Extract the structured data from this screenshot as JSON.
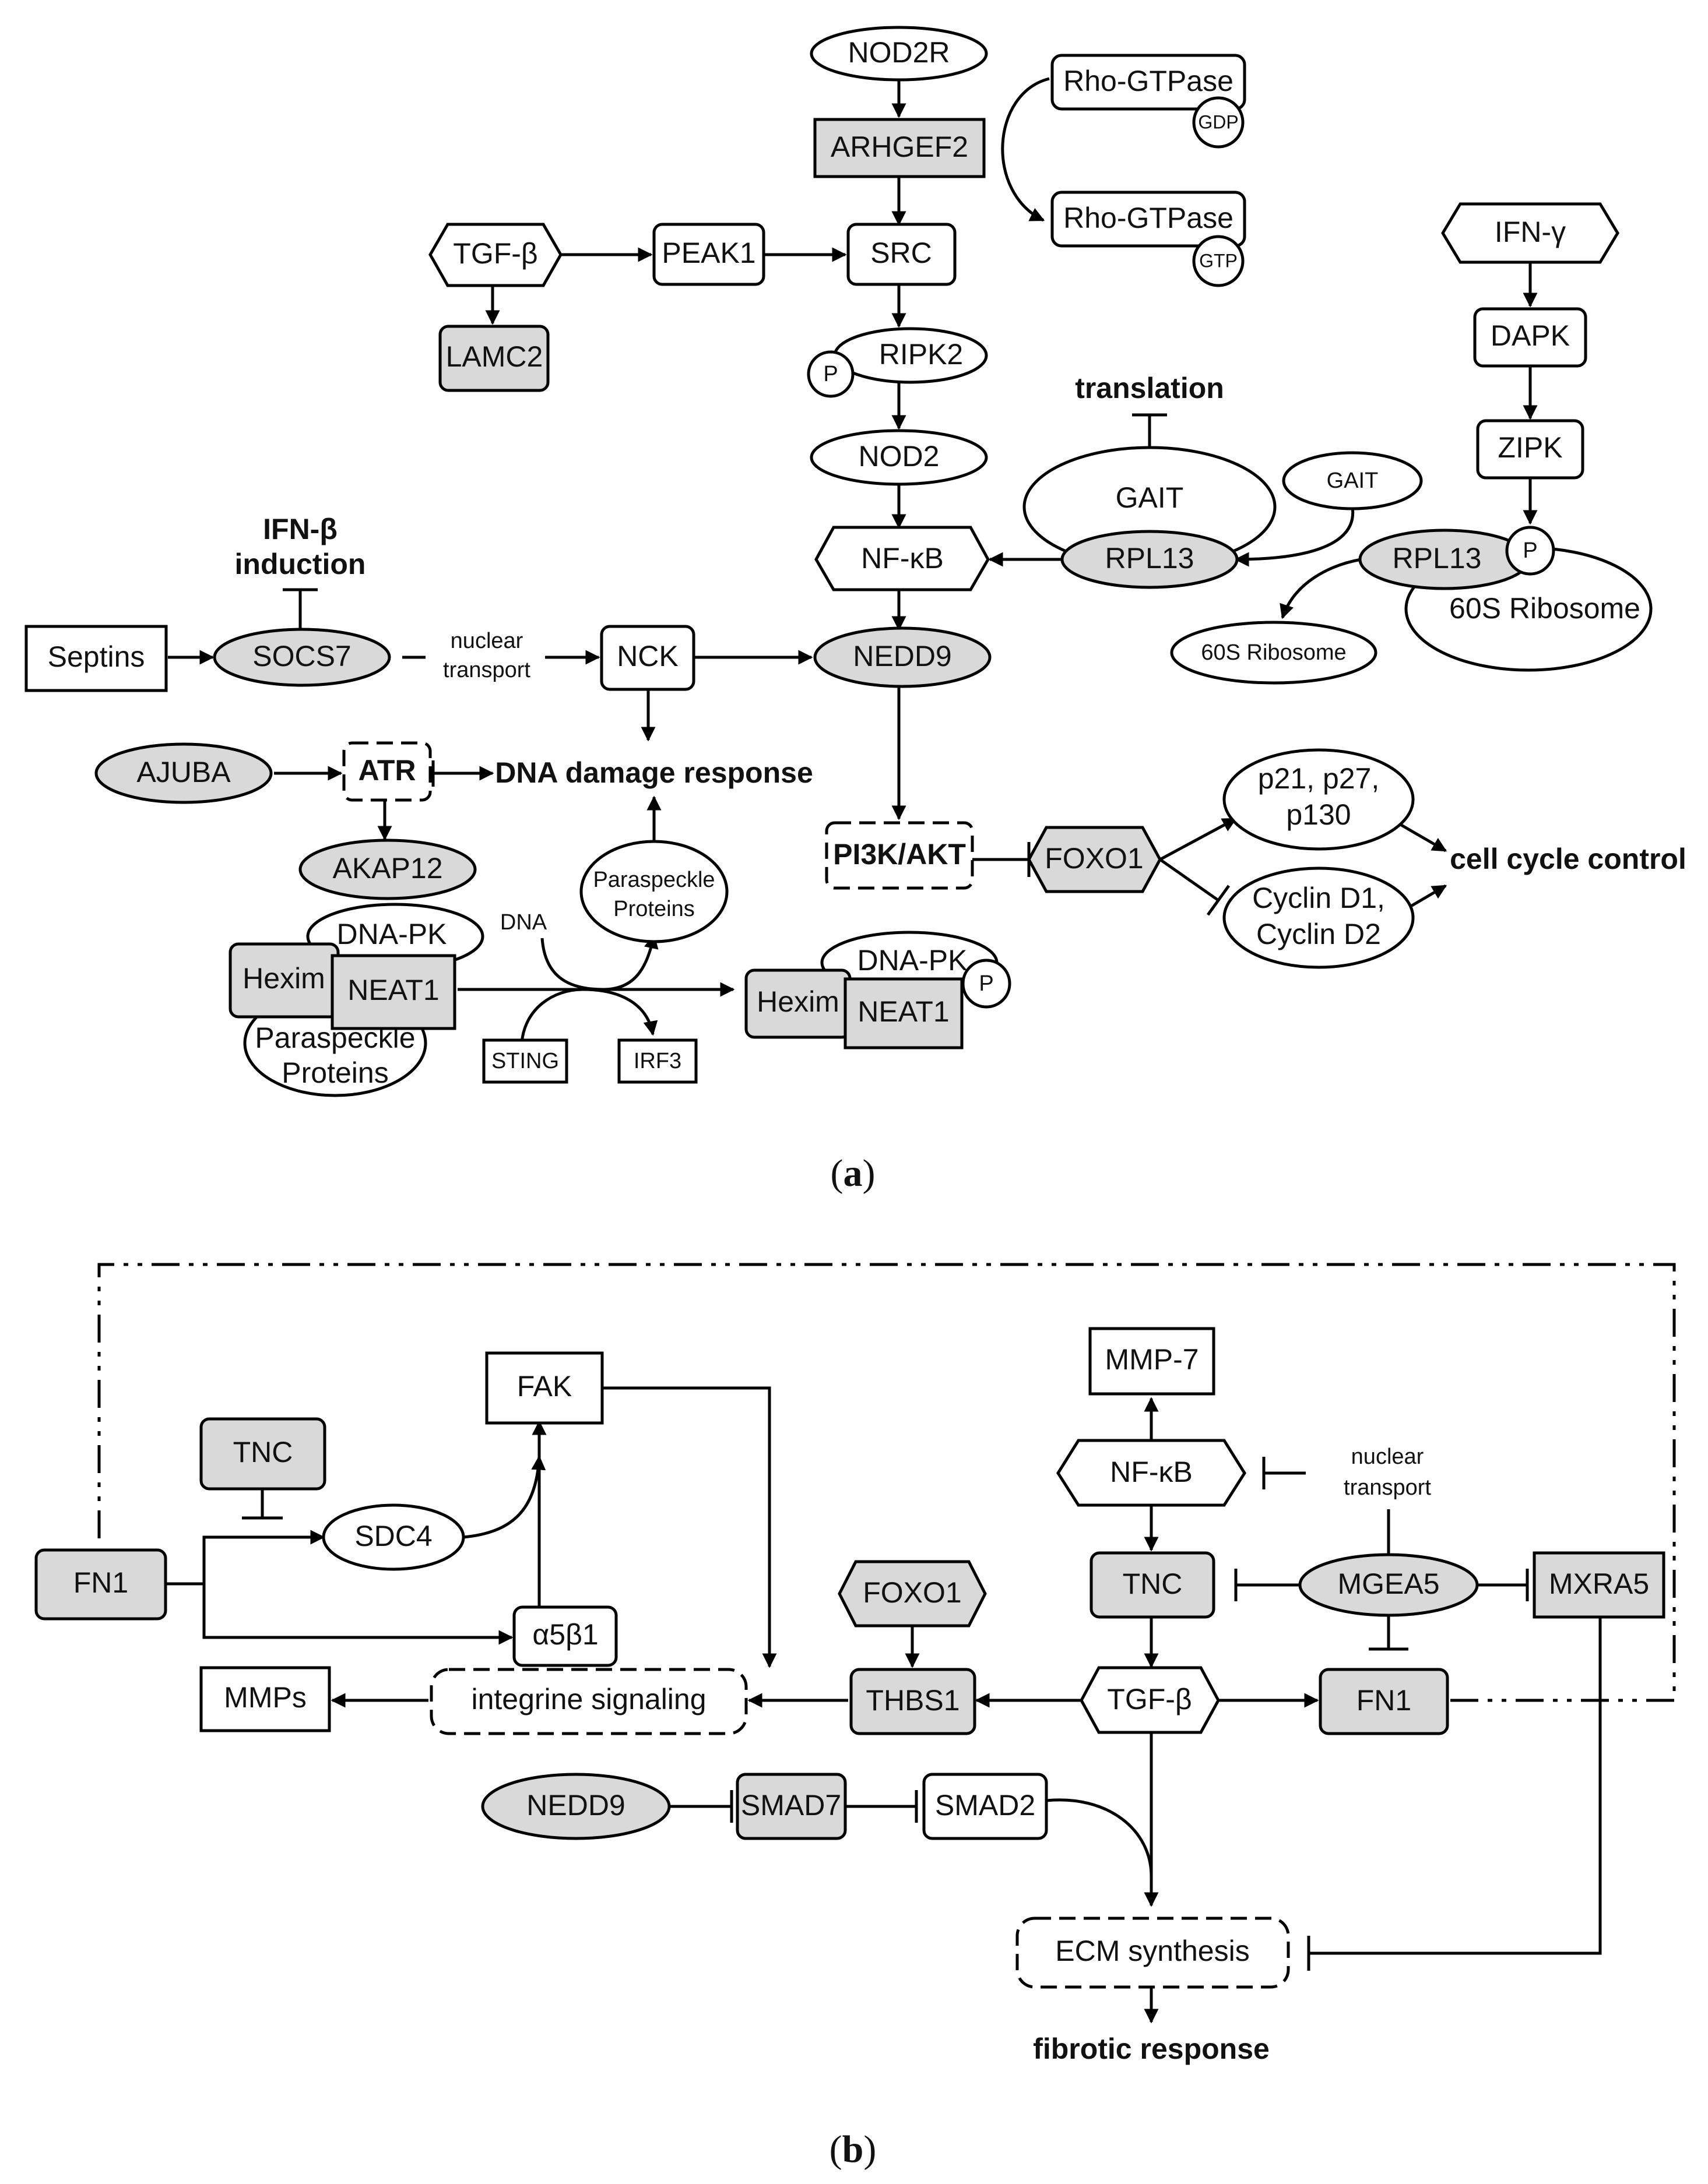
{
  "panel_a": {
    "caption_open": "(",
    "caption_letter": "a",
    "caption_close": ")",
    "nodes": {
      "nod2r": "NOD2R",
      "arhgef2": "ARHGEF2",
      "rho_gtpase_1": "Rho-GTPase",
      "gdp": "GDP",
      "rho_gtpase_2": "Rho-GTPase",
      "gtp": "GTP",
      "tgfb": "TGF-β",
      "peak1": "PEAK1",
      "src": "SRC",
      "lamc2": "LAMC2",
      "ripk2": "RIPK2",
      "p_ripk2": "P",
      "nod2": "NOD2",
      "ifng": "IFN-γ",
      "dapk": "DAPK",
      "zipk": "ZIPK",
      "translation": "translation",
      "gait_big": "GAIT",
      "gait_small": "GAIT",
      "rpl13_left": "RPL13",
      "rpl13_right": "RPL13",
      "p_rpl13": "P",
      "ribosome_60s_big": "60S Ribosome",
      "ribosome_60s_small": "60S Ribosome",
      "nfkb": "NF-κB",
      "ifnb_line1": "IFN-β",
      "ifnb_line2": "induction",
      "septins": "Septins",
      "socs7": "SOCS7",
      "nuclear_line1": "nuclear",
      "nuclear_line2": "transport",
      "nck": "NCK",
      "nedd9": "NEDD9",
      "ajuba": "AJUBA",
      "atr": "ATR",
      "dna_damage": "DNA damage response",
      "akap12": "AKAP12",
      "pi3k": "PI3K/AKT",
      "foxo1": "FOXO1",
      "p21_line1": "p21, p27,",
      "p21_line2": "p130",
      "cyclin_line1": "Cyclin D1,",
      "cyclin_line2": "Cyclin D2",
      "cell_cycle": "cell cycle control",
      "dnapk_left": "DNA-PK",
      "hexim_left": "Hexim",
      "neat1_left": "NEAT1",
      "para_left_line1": "Paraspeckle",
      "para_left_line2": "Proteins",
      "dna_label": "DNA",
      "para_mid_line1": "Paraspeckle",
      "para_mid_line2": "Proteins",
      "sting": "STING",
      "irf3": "IRF3",
      "dnapk_right": "DNA-PK",
      "hexim_right": "Hexim",
      "neat1_right": "NEAT1",
      "p_dnapk": "P"
    }
  },
  "panel_b": {
    "caption_open": "(",
    "caption_letter": "b",
    "caption_close": ")",
    "nodes": {
      "fak": "FAK",
      "tnc_top": "TNC",
      "sdc4": "SDC4",
      "fn1_left": "FN1",
      "a5b1": "α5β1",
      "mmps": "MMPs",
      "integrine": "integrine signaling",
      "mmp7": "MMP-7",
      "nfkb": "NF-κB",
      "nuclear_line1": "nuclear",
      "nuclear_line2": "transport",
      "foxo1": "FOXO1",
      "tnc_mid": "TNC",
      "mgea5": "MGEA5",
      "mxra5": "MXRA5",
      "thbs1": "THBS1",
      "tgfb": "TGF-β",
      "fn1_right": "FN1",
      "nedd9": "NEDD9",
      "smad7": "SMAD7",
      "smad2": "SMAD2",
      "ecm": "ECM synthesis",
      "fibrotic": "fibrotic response"
    }
  }
}
